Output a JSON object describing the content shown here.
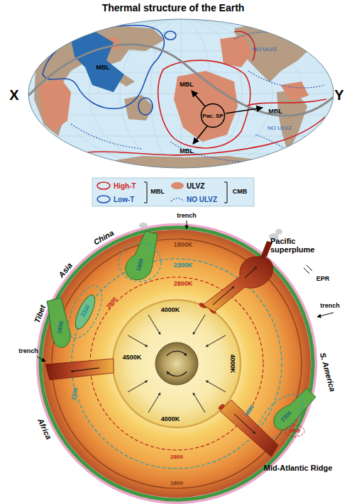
{
  "diagram": {
    "title": "Thermal structure of the Earth",
    "nodes": [
      {
        "text": [
          "Pac. SP"
        ]
      }
    ],
    "labels": [
      "X",
      "Y",
      "MBL",
      "NO ULVZ",
      "MBL",
      "MBL",
      "NO ULVZ",
      "MBL",
      "MBL",
      "CMB",
      "trench",
      "China",
      "Asia",
      "Tibet",
      "trench",
      "Africa",
      "1800K",
      "2300K",
      "2800K",
      "Pacific superplume",
      "EPR",
      "1800",
      "2300",
      "2800",
      "1800",
      "4000K",
      "4500K",
      "4000K",
      "2300",
      "trench",
      "S. America",
      "1800",
      "2300",
      "2800",
      "4000K",
      "2800",
      "Mid-Atlantic Ridge",
      "1800"
    ],
    "legend": [
      {
        "text": "High-T"
      },
      {
        "text": "Low-T"
      },
      {
        "text": "ULVZ",
        "color": "#d98b6f"
      },
      {
        "text": "NO ULVZ"
      }
    ]
  }
}
